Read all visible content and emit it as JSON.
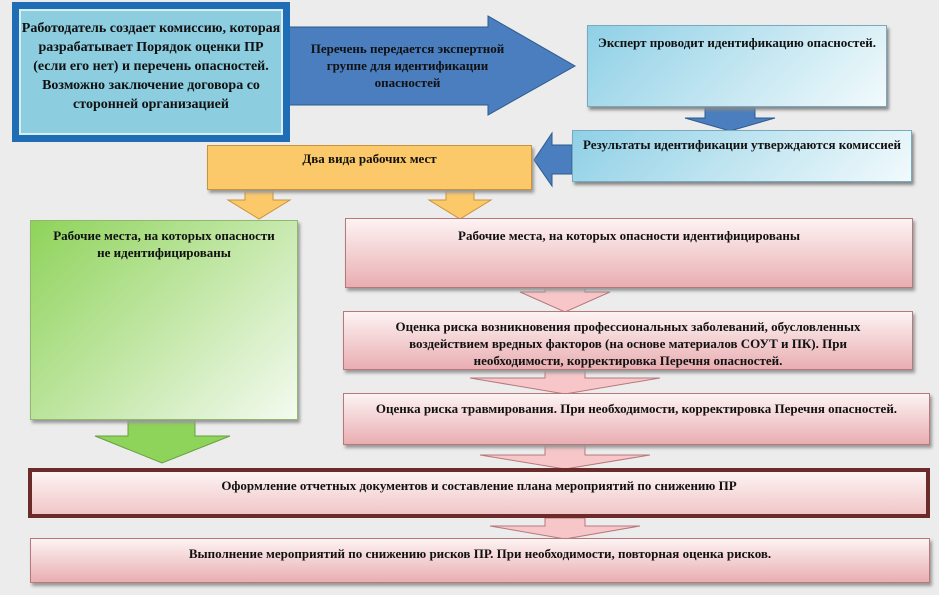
{
  "boxes": {
    "employer": "Работодатель создает комиссию, которая разрабатывает Порядок оценки ПР (если его нет) и перечень опасностей. Возможно заключение договора со сторонней организацией",
    "transfer": "Перечень передается экспертной группе для идентификации опасностей",
    "expert": "Эксперт проводит идентификацию опасностей.",
    "results": "Результаты идентификации утверждаются комиссией",
    "two_types": "Два вида рабочих мест",
    "not_identified": "Рабочие места, на которых опасности не идентифицированы",
    "identified": "Рабочие места, на которых опасности идентифицированы",
    "occupational_risk": "Оценка риска возникновения профессиональных заболеваний, обусловленных воздействием  вредных факторов (на основе материалов СОУТ и ПК). При необходимости, корректировка  Перечня опасностей.",
    "injury_risk": "Оценка риска травмирования. При необходимости, корректировка  Перечня опасностей.",
    "documents": "Оформление отчетных документов и составление плана мероприятий  по снижению ПР",
    "execution": "Выполнение мероприятий по снижению рисков ПР. При необходимости, повторная оценка рисков."
  },
  "colors": {
    "blue": "#4a7ebf",
    "yellow": "#fcc96a",
    "green": "#8ed35a",
    "pink": "#e9aeb2",
    "maroon": "#6b2b2b"
  }
}
